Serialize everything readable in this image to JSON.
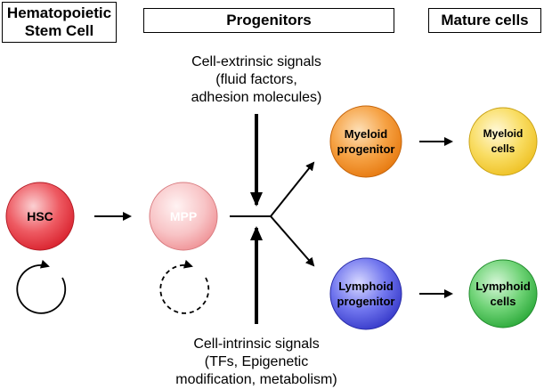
{
  "headers": {
    "stem_cell_line1": "Hematopoietic",
    "stem_cell_line2": "Stem Cell",
    "progenitors": "Progenitors",
    "mature_cells": "Mature cells"
  },
  "signals": {
    "extrinsic_line1": "Cell-extrinsic signals",
    "extrinsic_line2": "(fluid factors,",
    "extrinsic_line3": "adhesion molecules)",
    "intrinsic_line1": "Cell-intrinsic signals",
    "intrinsic_line2": "(TFs, Epigenetic",
    "intrinsic_line3": "modification, metabolism)"
  },
  "cells": {
    "hsc": {
      "label": "HSC",
      "color": "#e8303a"
    },
    "mpp": {
      "label": "MPP",
      "color": "#f5a5a8"
    },
    "myeloid_progenitor": {
      "line1": "Myeloid",
      "line2": "progenitor",
      "color": "#f08a1c"
    },
    "myeloid_cells": {
      "line1": "Myeloid",
      "line2": "cells",
      "color": "#f7d23a"
    },
    "lymphoid_progenitor": {
      "line1": "Lymphoid",
      "line2": "progenitor",
      "color": "#4a4fd8"
    },
    "lymphoid_cells": {
      "line1": "Lymphoid",
      "line2": "cells",
      "color": "#3fbf4a"
    }
  }
}
